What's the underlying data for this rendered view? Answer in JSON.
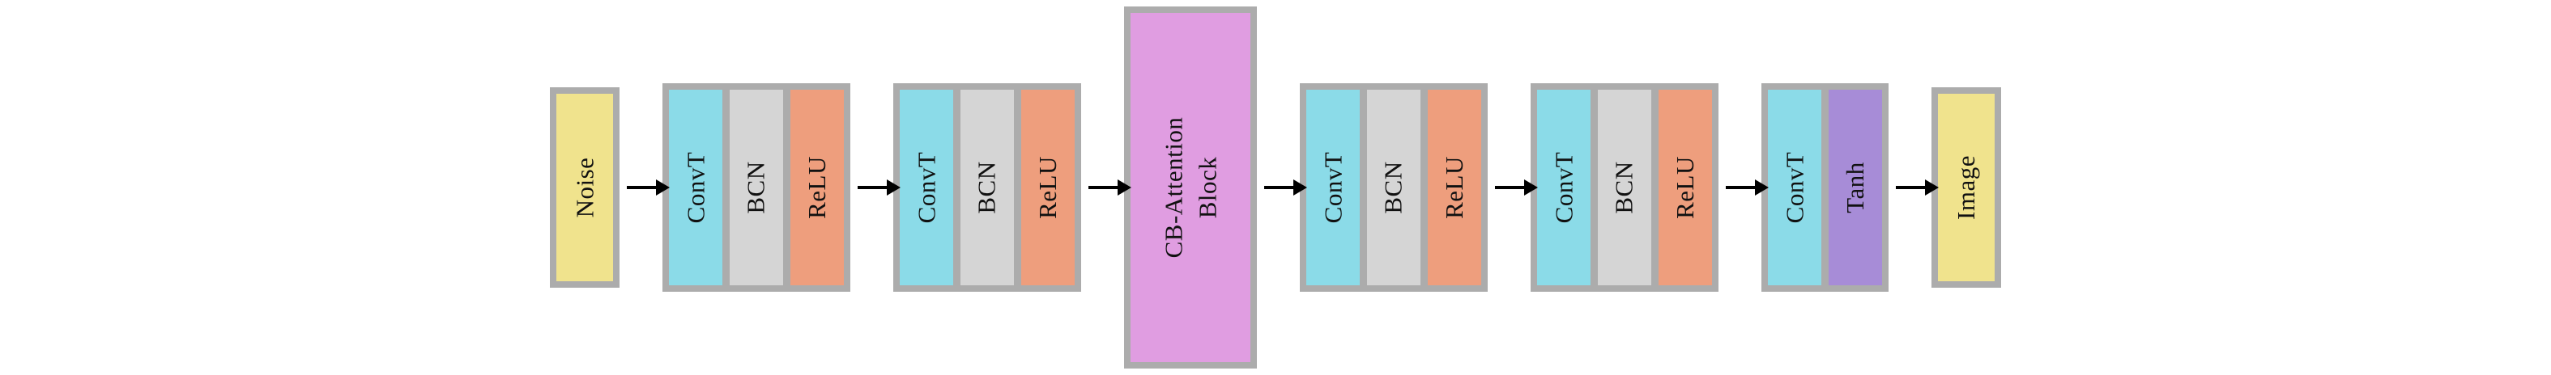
{
  "diagram": {
    "description": "Generator network pipeline diagram",
    "background": "#ffffff",
    "colors": {
      "frame": "#ACACAC",
      "io_fill": "#F0E38D",
      "convt_fill": "#8BDBE8",
      "bcn_fill": "#D5D5D5",
      "relu_fill": "#EE9E7D",
      "attention_fill": "#E09DE1",
      "tanh_fill": "#A78CD7",
      "arrow": "#000000",
      "text": "#111111"
    },
    "flow": {
      "noise": {
        "label": "Noise"
      },
      "group1": {
        "blocks": [
          "ConvT",
          "BCN",
          "ReLU"
        ]
      },
      "group2": {
        "blocks": [
          "ConvT",
          "BCN",
          "ReLU"
        ]
      },
      "attention": {
        "line1": "CB-Attention",
        "line2": "Block"
      },
      "group3": {
        "blocks": [
          "ConvT",
          "BCN",
          "ReLU"
        ]
      },
      "group4": {
        "blocks": [
          "ConvT",
          "BCN",
          "ReLU"
        ]
      },
      "output_group": {
        "blocks": [
          "ConvT",
          "Tanh"
        ]
      },
      "image": {
        "label": "Image"
      }
    },
    "sequence": [
      "Noise",
      "ConvT+BCN+ReLU",
      "ConvT+BCN+ReLU",
      "CB-Attention Block",
      "ConvT+BCN+ReLU",
      "ConvT+BCN+ReLU",
      "ConvT+Tanh",
      "Image"
    ]
  }
}
